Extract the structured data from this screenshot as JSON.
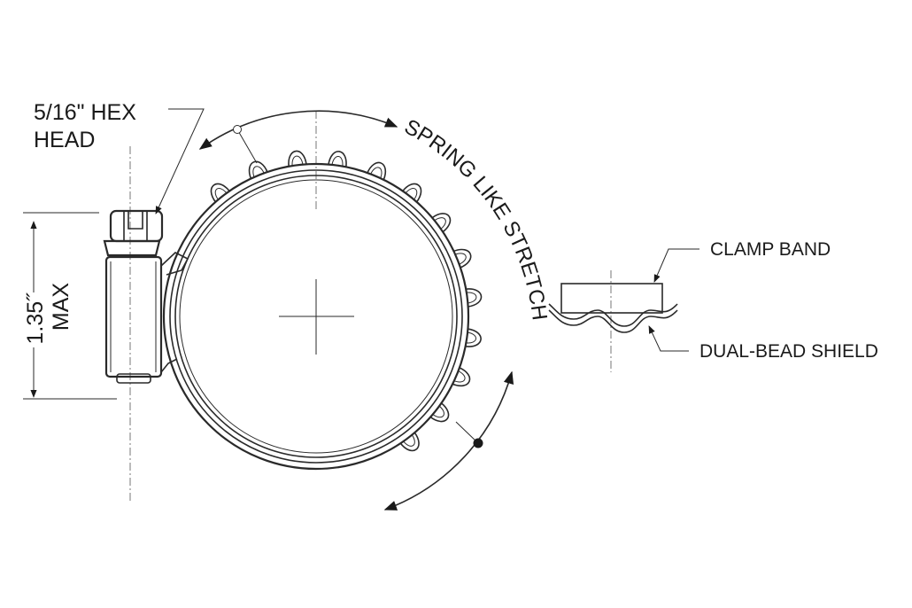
{
  "labels": {
    "hex_head_line1": "5/16\" HEX",
    "hex_head_line2": "HEAD",
    "dimension_value": "1.35˝",
    "dimension_unit": "MAX",
    "spring_stretch": "SPRING LIKE STRETCH",
    "clamp_band": "CLAMP BAND",
    "dual_bead_shield": "DUAL-BEAD SHIELD"
  },
  "colors": {
    "line": "#2a2a2a",
    "text": "#1a1a1a",
    "background": "#ffffff"
  }
}
